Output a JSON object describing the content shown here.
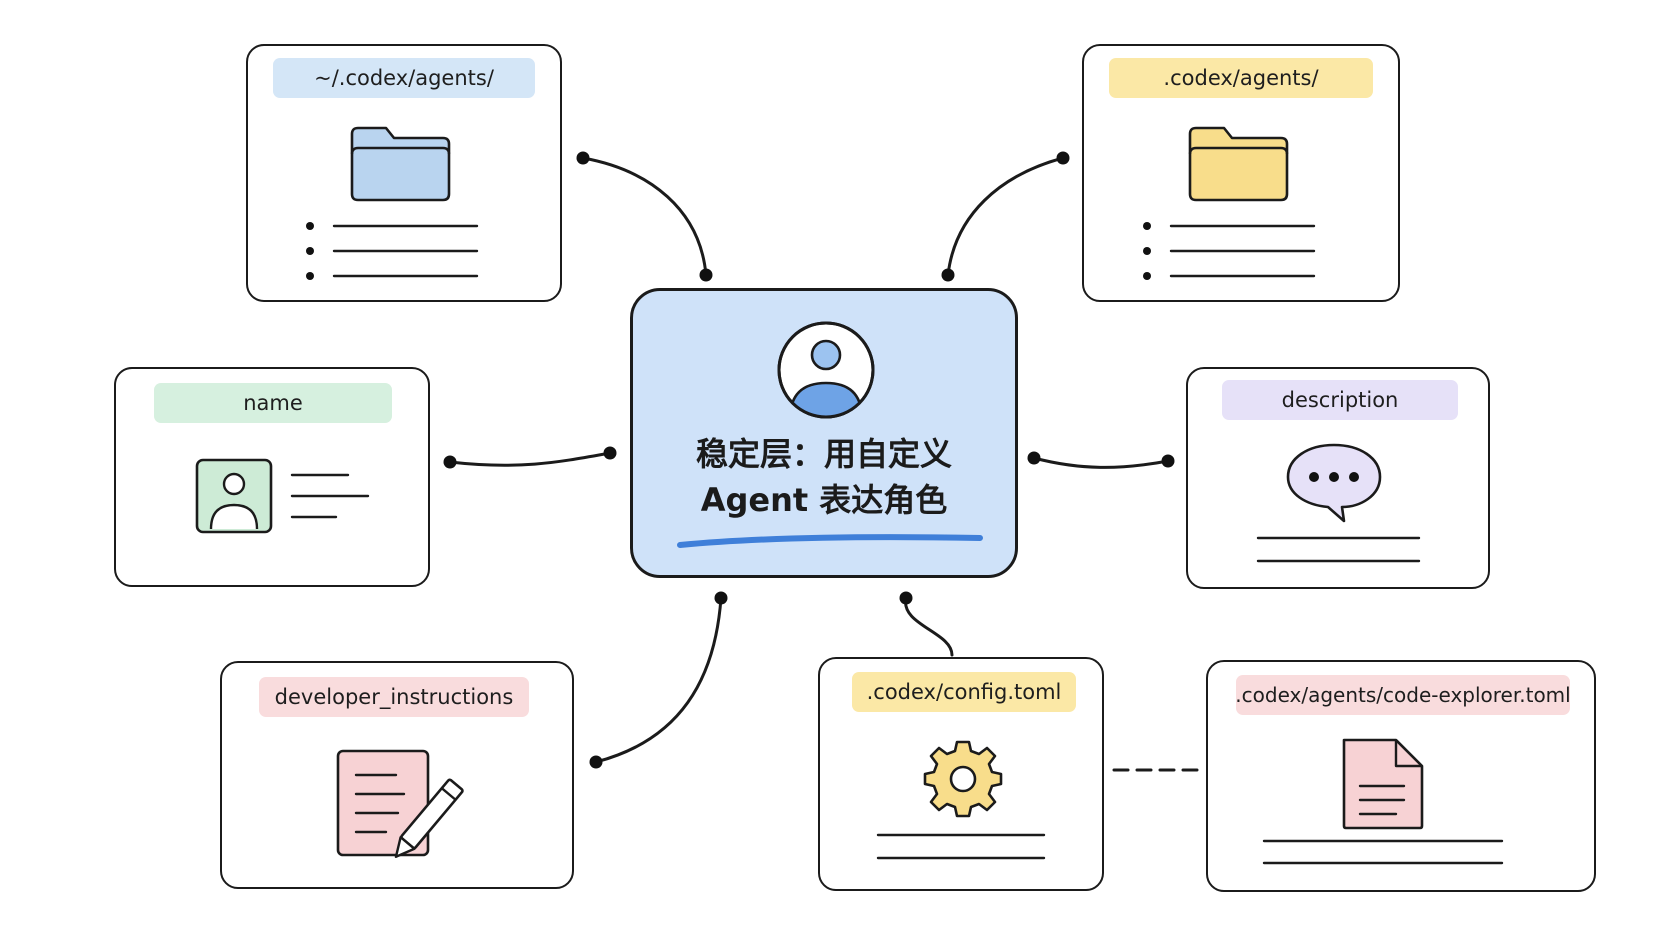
{
  "center": {
    "title_line1": "稳定层：用自定义",
    "title_line2": "Agent 表达角色",
    "icon": "user-profile-icon",
    "color": "#cfe2f9"
  },
  "nodes": {
    "user_agents_dir": {
      "label": "~/.codex/agents/",
      "icon": "folder-icon",
      "color": "#d4e6f7"
    },
    "project_agents_dir": {
      "label": ".codex/agents/",
      "icon": "folder-icon",
      "color": "#fbe8a6"
    },
    "name": {
      "label": "name",
      "icon": "id-card-icon",
      "color": "#d6f0df"
    },
    "description": {
      "label": "description",
      "icon": "speech-bubble-icon",
      "color": "#e6e1f8"
    },
    "developer_instructions": {
      "label": "developer_instructions",
      "icon": "document-pencil-icon",
      "color": "#f9dcdd"
    },
    "config": {
      "label": ".codex/config.toml",
      "icon": "gear-icon",
      "color": "#fbe8a6"
    },
    "code_explorer": {
      "label": ".codex/agents/code-explorer.toml",
      "icon": "file-icon",
      "color": "#f9dcdd"
    }
  }
}
